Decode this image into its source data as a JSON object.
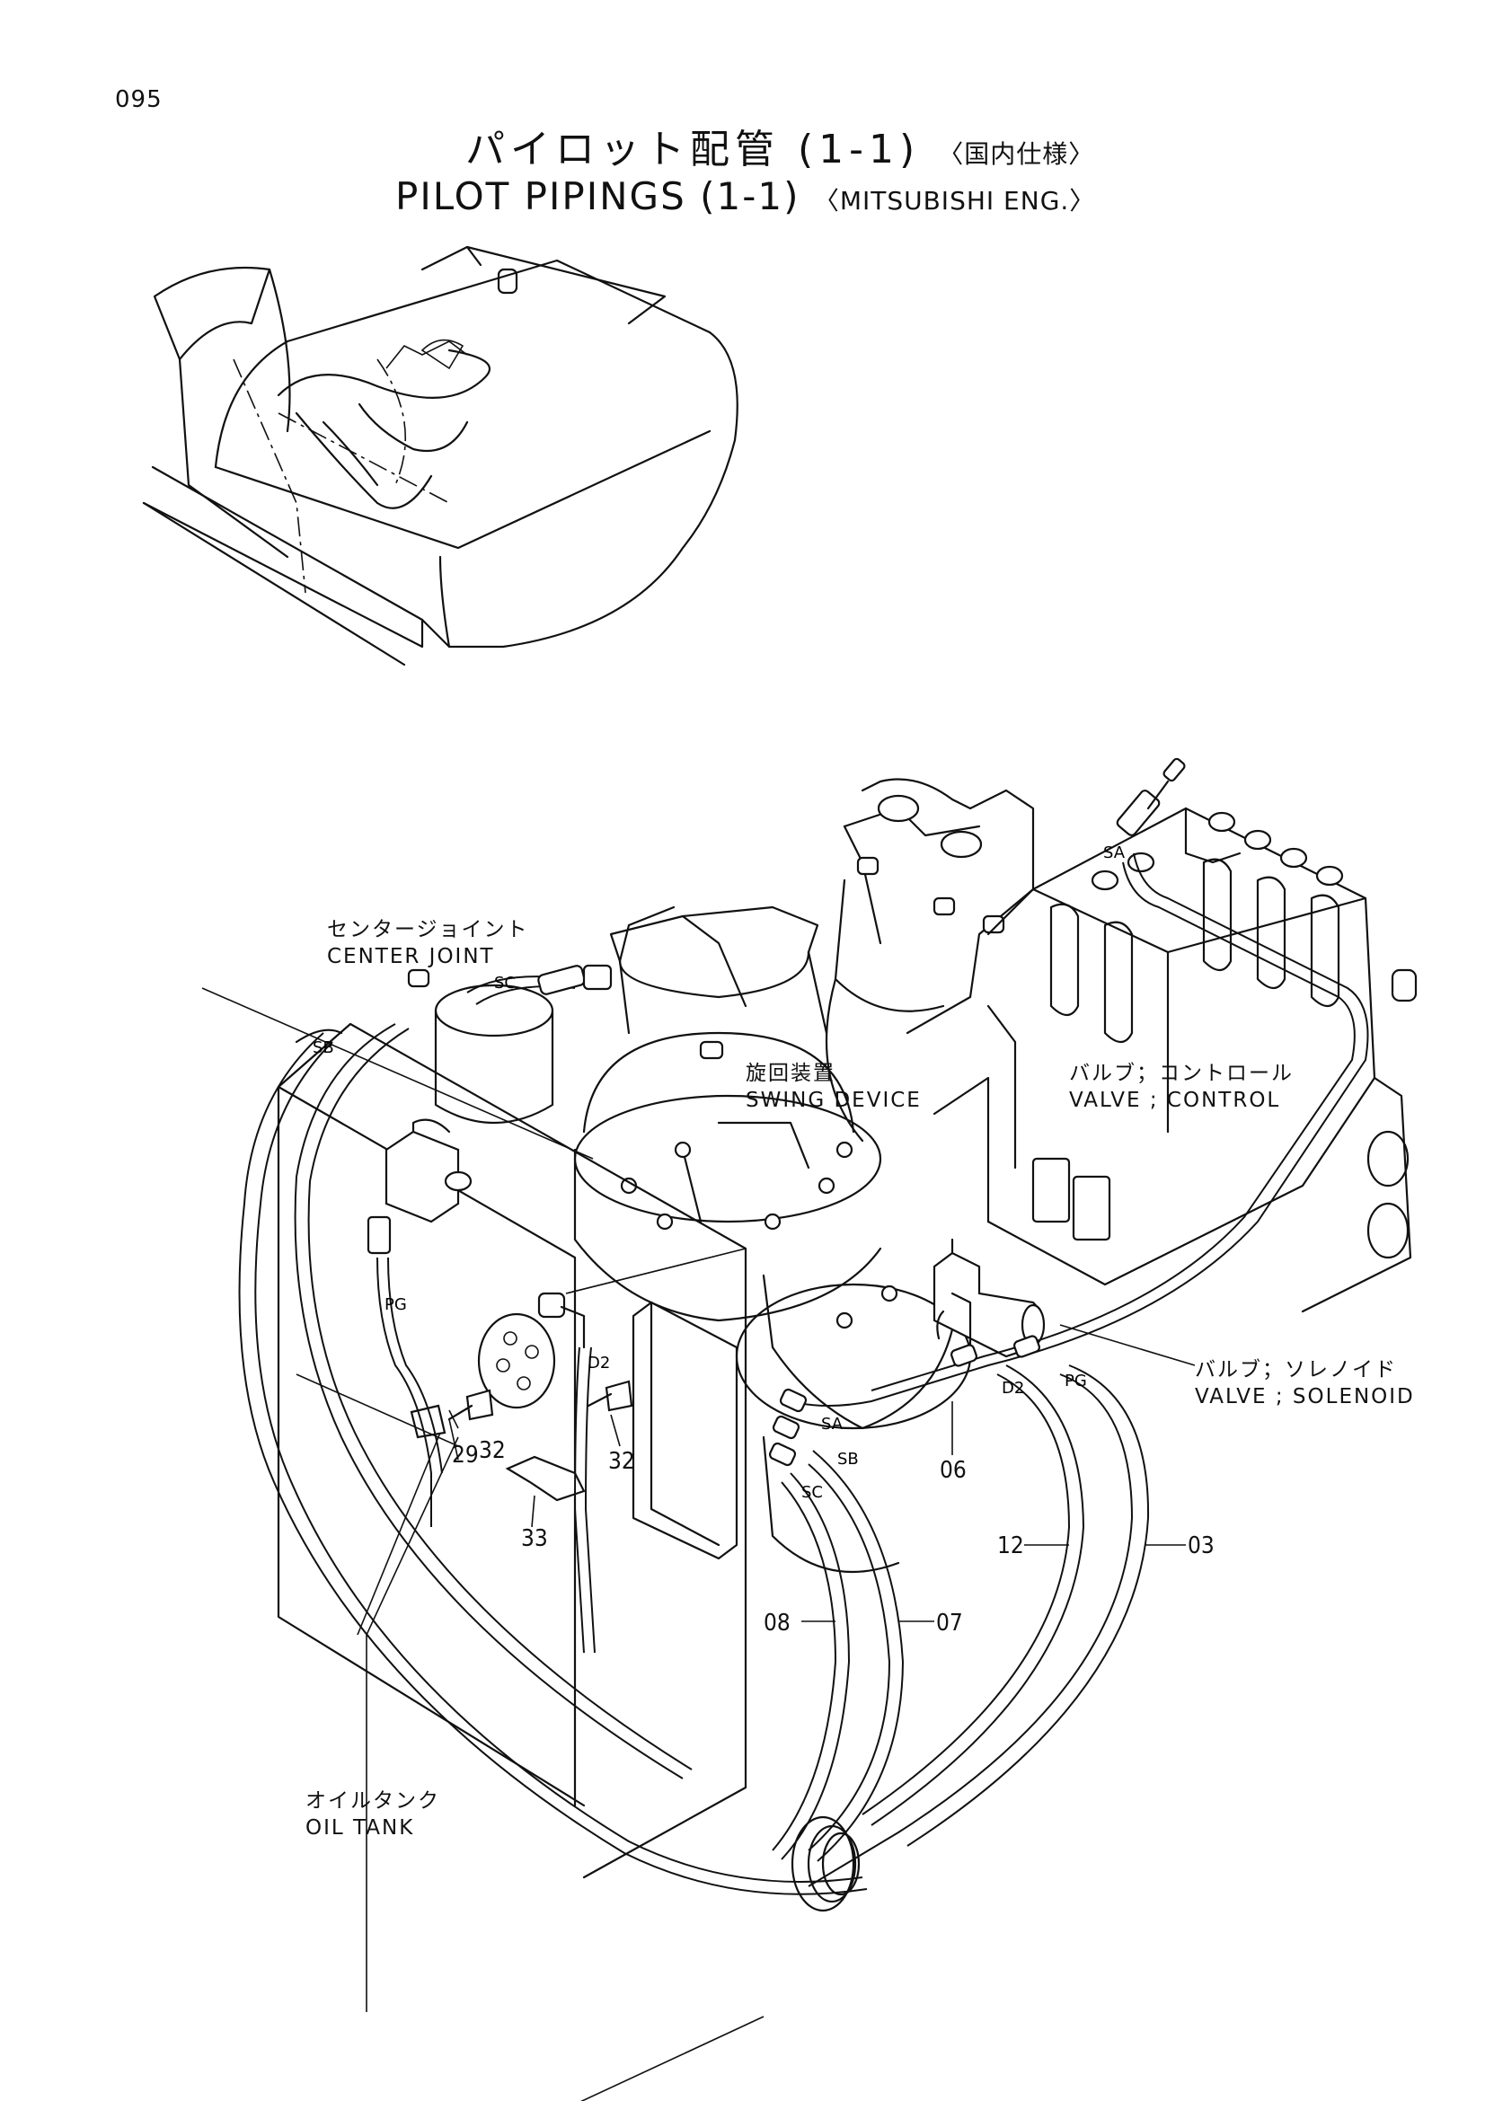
{
  "page_number": "095",
  "title_jp": "パイロット配管 (1-1)",
  "title_jp_sub": "〈国内仕様〉",
  "title_en": "PILOT PIPINGS (1-1)",
  "title_en_sub": "〈MITSUBISHI ENG.〉",
  "labels": {
    "center_joint_jp": "センタージョイント",
    "center_joint_en": "CENTER JOINT",
    "swing_device_jp": "旋回装置",
    "swing_device_en": "SWING DEVICE",
    "control_valve_jp": "バルブ；コントロール",
    "control_valve_en": "VALVE ; CONTROL",
    "solenoid_valve_jp": "バルブ；ソレノイド",
    "solenoid_valve_en": "VALVE ; SOLENOID",
    "oil_tank_jp": "オイルタンク",
    "oil_tank_en": "OIL TANK"
  },
  "ports": [
    "SA",
    "SC",
    "SB",
    "PG",
    "D2",
    "SA",
    "SB",
    "SC",
    "D2",
    "PG"
  ],
  "part_numbers": [
    "29",
    "32",
    "32",
    "33",
    "06",
    "12",
    "03",
    "08",
    "07"
  ]
}
